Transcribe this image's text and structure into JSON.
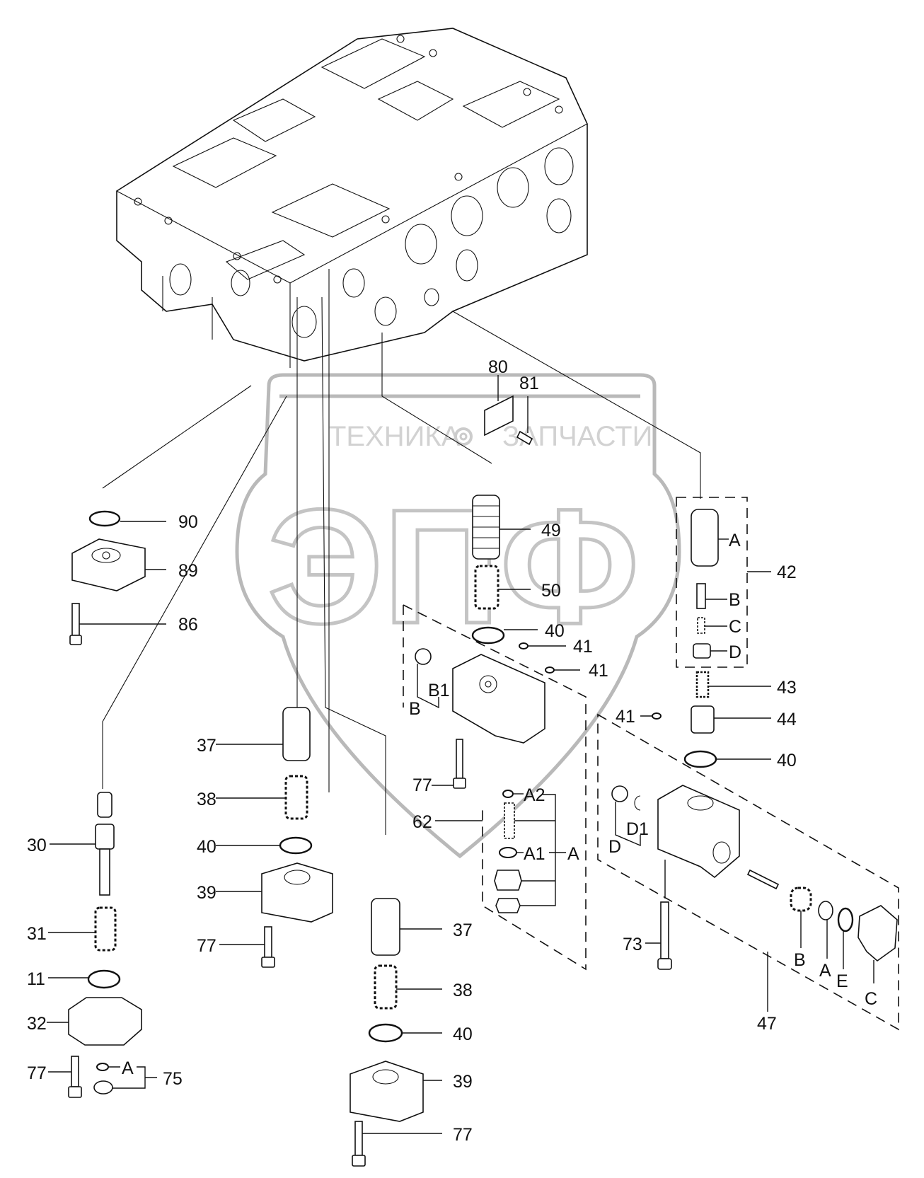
{
  "diagram": {
    "title": "Control valve parts exploded view",
    "watermark": {
      "top_text_left": "ТЕХНИКА",
      "top_text_right": "ЗАПЧАСТИ",
      "big_text": "ЭПФ",
      "gear_icon": "gear-icon"
    },
    "labels": {
      "p80": "80",
      "p81": "81",
      "p90": "90",
      "p89": "89",
      "p86": "86",
      "p49": "49",
      "p50": "50",
      "p40a": "40",
      "p41a": "41",
      "p41b": "41",
      "pB1": "B1",
      "pB": "B",
      "p42": "42",
      "p42A": "A",
      "p42B": "B",
      "p42C": "C",
      "p42D": "D",
      "p43": "43",
      "p44": "44",
      "p40b": "40",
      "p41c": "41",
      "p30": "30",
      "p31": "31",
      "p11": "11",
      "p32": "32",
      "p77a": "77",
      "p75": "75",
      "p75A": "A",
      "p37a": "37",
      "p38a": "38",
      "p40c": "40",
      "p39a": "39",
      "p77b": "77",
      "p77c": "77",
      "p62": "62",
      "pA2": "A2",
      "pA1": "A1",
      "pA": "A",
      "p37b": "37",
      "p38b": "38",
      "p40d": "40",
      "p39b": "39",
      "p77d": "77",
      "pD": "D",
      "pD1": "D1",
      "p73": "73",
      "p47": "47",
      "p47B": "B",
      "p47A": "A",
      "p47E": "E",
      "p47C": "C"
    }
  }
}
